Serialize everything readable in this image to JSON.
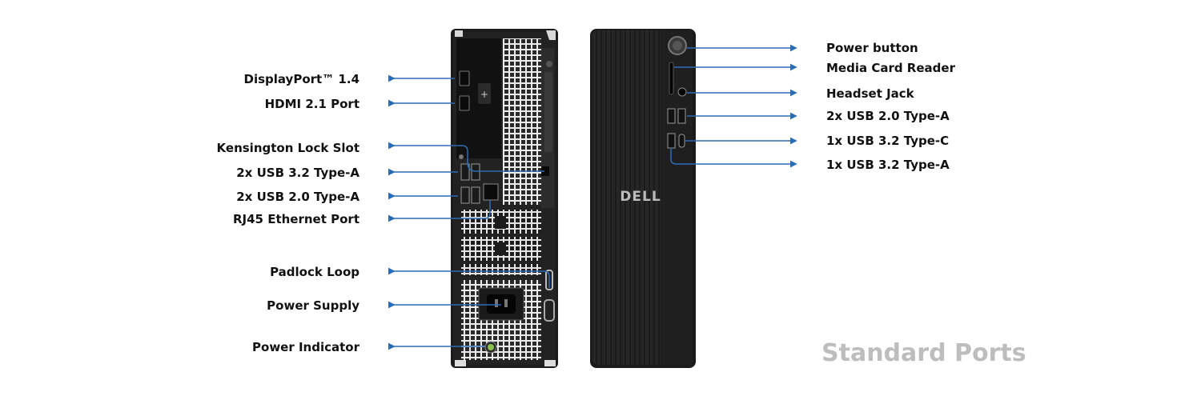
{
  "title": "Standard Ports",
  "brand": "DELL",
  "rear_labels": [
    {
      "id": "displayport",
      "text": "DisplayPort™ 1.4"
    },
    {
      "id": "hdmi",
      "text": "HDMI 2.1 Port"
    },
    {
      "id": "kensington",
      "text": "Kensington Lock Slot"
    },
    {
      "id": "usb32a-rear",
      "text": "2x USB 3.2 Type-A"
    },
    {
      "id": "usb20a-rear",
      "text": "2x USB 2.0 Type-A"
    },
    {
      "id": "rj45",
      "text": "RJ45 Ethernet Port"
    },
    {
      "id": "padlock",
      "text": "Padlock Loop"
    },
    {
      "id": "power-supply",
      "text": "Power Supply"
    },
    {
      "id": "power-indicator",
      "text": "Power Indicator"
    }
  ],
  "front_labels": [
    {
      "id": "power-button",
      "text": "Power button"
    },
    {
      "id": "media-card",
      "text": "Media Card Reader"
    },
    {
      "id": "headset",
      "text": "Headset Jack"
    },
    {
      "id": "usb20a-front",
      "text": "2x USB 2.0 Type-A"
    },
    {
      "id": "usbc-front",
      "text": "1x USB 3.2 Type-C"
    },
    {
      "id": "usb32a-front",
      "text": "1x USB 3.2 Type-A"
    }
  ],
  "colors": {
    "arrow": "#2a6db5",
    "title": "#bdbdbd",
    "chassis": "#1e1e1e",
    "indicator": "#8bc34a"
  }
}
